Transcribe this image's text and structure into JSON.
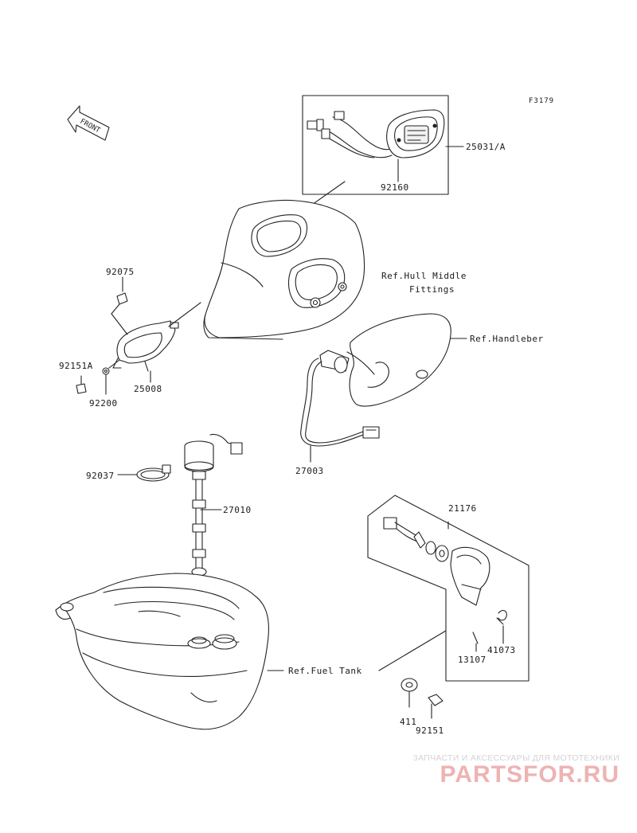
{
  "figure": {
    "code": "F3179",
    "front_marker": "FRONT"
  },
  "part_labels": {
    "p25031a": "25031/A",
    "p92160": "92160",
    "p92075": "92075",
    "p92151a": "92151A",
    "p25008": "25008",
    "p92200": "92200",
    "p27003": "27003",
    "p92037": "92037",
    "p27010": "27010",
    "p21176": "21176",
    "p41073": "41073",
    "p13107": "13107",
    "p411": "411",
    "p92151": "92151"
  },
  "references": {
    "hull_line1": "Ref.Hull Middle",
    "hull_line2": "Fittings",
    "handlebar": "Ref.Handleber",
    "fuel_tank": "Ref.Fuel Tank"
  },
  "watermark": {
    "tagline": "ЗАПЧАСТИ И АКСЕССУАРЫ ДЛЯ МОТОТЕХНИКИ",
    "brand": "PARTSFOR.RU"
  }
}
